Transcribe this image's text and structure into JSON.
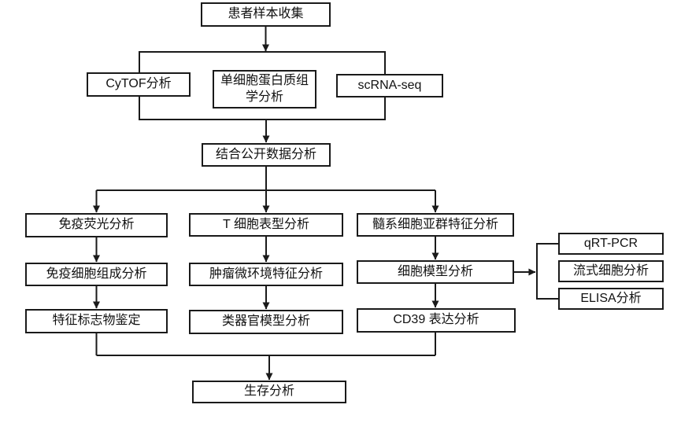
{
  "flowchart": {
    "background": "#ffffff",
    "line_color": "#1a1a1a",
    "box_fill": "#ffffff",
    "box_border": "#1a1a1a",
    "nodes": {
      "patient_sample_collection": {
        "label": "患者样本收集"
      },
      "cytof_analysis": {
        "label": "CyTOF分析"
      },
      "single_cell_proteomics": {
        "label": "单细胞蛋白质组\n学分析"
      },
      "scrna_seq": {
        "label": "scRNA-seq"
      },
      "combined_public_data_analysis": {
        "label": "结合公开数据分析"
      },
      "immunofluorescence_analysis": {
        "label": "免疫荧光分析"
      },
      "t_cell_phenotype_analysis": {
        "label": "T 细胞表型分析"
      },
      "myeloid_subset_characterization": {
        "label": "髓系细胞亚群特征分析"
      },
      "immune_cell_composition_analysis": {
        "label": "免疫细胞组成分析"
      },
      "tumor_microenvironment_analysis": {
        "label": "肿瘤微环境特征分析"
      },
      "cell_model_analysis": {
        "label": "细胞模型分析"
      },
      "signature_marker_identification": {
        "label": "特征标志物鉴定"
      },
      "organoid_model_analysis": {
        "label": "类器官模型分析"
      },
      "cd39_expression_analysis": {
        "label": "CD39 表达分析"
      },
      "qrt_pcr": {
        "label": "qRT-PCR"
      },
      "flow_cytometry_analysis": {
        "label": "流式细胞分析"
      },
      "elisa_analysis": {
        "label": "ELISA分析"
      },
      "survival_analysis": {
        "label": "生存分析"
      }
    }
  }
}
